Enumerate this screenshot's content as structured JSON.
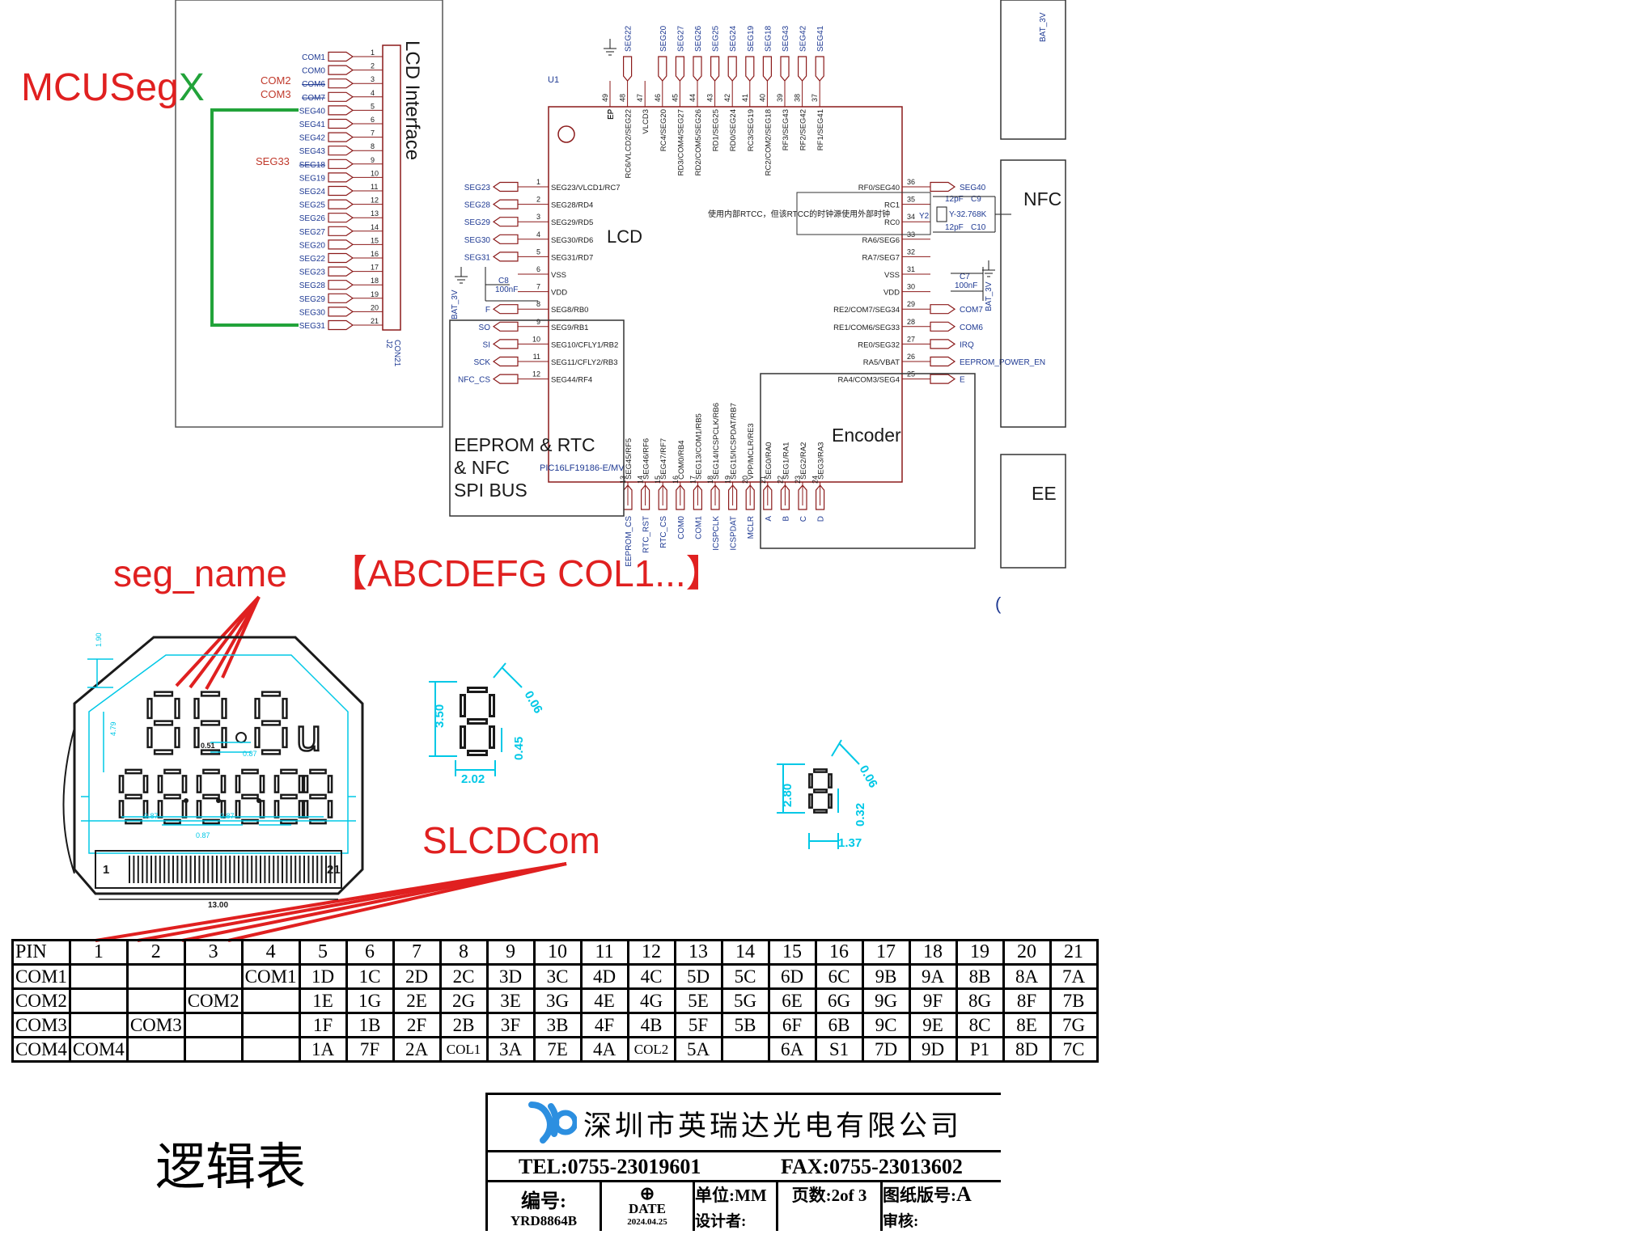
{
  "annotations": {
    "mcu_seg_prefix": "MCUSeg",
    "mcu_seg_suffix": "X",
    "seg_name_label": "seg_name",
    "seg_name_list": "【ABCDEFG COL1...】",
    "slcdcom_label": "SLCDCom",
    "logic_table_title": "逻辑表",
    "colors": {
      "red": "#e02020",
      "green": "#22a33a",
      "schematic_blue": "#1f3a93",
      "dimension_cyan": "#00c8e6"
    }
  },
  "connector": {
    "title": "LCD Interface",
    "ref": "J2",
    "part": "CON21",
    "pins": [
      "1",
      "2",
      "3",
      "4",
      "5",
      "6",
      "7",
      "8",
      "9",
      "10",
      "11",
      "12",
      "13",
      "14",
      "15",
      "16",
      "17",
      "18",
      "19",
      "20",
      "21"
    ],
    "nets": [
      "COM1",
      "COM0",
      "COM6",
      "COM7",
      "SEG40",
      "SEG41",
      "SEG42",
      "SEG43",
      "SEG18",
      "SEG19",
      "SEG24",
      "SEG25",
      "SEG26",
      "SEG27",
      "SEG20",
      "SEG22",
      "SEG23",
      "SEG28",
      "SEG29",
      "SEG30",
      "SEG31"
    ],
    "red_notes": [
      {
        "pin": "3",
        "text": "COM2"
      },
      {
        "pin": "4",
        "text": "COM3"
      },
      {
        "pin": "9",
        "text": "SEG33"
      }
    ]
  },
  "mcu": {
    "ref": "U1",
    "part": "PIC16LF19186-E/MV",
    "ep_label": "EP",
    "lcd_label": "LCD",
    "rtcc_note": "使用内部RTCC，但该RTCC的时钟源使用外部时钟",
    "top_pins": [
      {
        "num": "49",
        "name": "EP",
        "net": ""
      },
      {
        "num": "48",
        "name": "RC6/VLCD2/SEG22",
        "net": "SEG22"
      },
      {
        "num": "47",
        "name": "VLCD3",
        "net": ""
      },
      {
        "num": "46",
        "name": "RC4/SEG20",
        "net": "SEG20"
      },
      {
        "num": "45",
        "name": "RD3/COM4/SEG27",
        "net": "SEG27"
      },
      {
        "num": "44",
        "name": "RD2/COM5/SEG26",
        "net": "SEG26"
      },
      {
        "num": "43",
        "name": "RD1/SEG25",
        "net": "SEG25"
      },
      {
        "num": "42",
        "name": "RD0/SEG24",
        "net": "SEG24"
      },
      {
        "num": "41",
        "name": "RC3/SEG19",
        "net": "SEG19"
      },
      {
        "num": "40",
        "name": "RC2/COM2/SEG18",
        "net": "SEG18"
      },
      {
        "num": "39",
        "name": "RF3/SEG43",
        "net": "SEG43"
      },
      {
        "num": "38",
        "name": "RF2/SEG42",
        "net": "SEG42"
      },
      {
        "num": "37",
        "name": "RF1/SEG41",
        "net": "SEG41"
      }
    ],
    "left_pins": [
      {
        "num": "1",
        "name": "SEG23/VLCD1/RC7",
        "net": "SEG23"
      },
      {
        "num": "2",
        "name": "SEG28/RD4",
        "net": "SEG28"
      },
      {
        "num": "3",
        "name": "SEG29/RD5",
        "net": "SEG29"
      },
      {
        "num": "4",
        "name": "SEG30/RD6",
        "net": "SEG30"
      },
      {
        "num": "5",
        "name": "SEG31/RD7",
        "net": "SEG31"
      },
      {
        "num": "6",
        "name": "VSS",
        "net": ""
      },
      {
        "num": "7",
        "name": "VDD",
        "net": ""
      },
      {
        "num": "8",
        "name": "SEG8/RB0",
        "net": "F"
      },
      {
        "num": "9",
        "name": "SEG9/RB1",
        "net": "SO"
      },
      {
        "num": "10",
        "name": "SEG10/CFLY1/RB2",
        "net": "SI"
      },
      {
        "num": "11",
        "name": "SEG11/CFLY2/RB3",
        "net": "SCK"
      },
      {
        "num": "12",
        "name": "SEG44/RF4",
        "net": "NFC_CS"
      }
    ],
    "right_pins": [
      {
        "num": "36",
        "name": "RF0/SEG40",
        "net": "SEG40"
      },
      {
        "num": "35",
        "name": "RC1",
        "net": ""
      },
      {
        "num": "34",
        "name": "RC0",
        "net": ""
      },
      {
        "num": "33",
        "name": "RA6/SEG6",
        "net": ""
      },
      {
        "num": "32",
        "name": "RA7/SEG7",
        "net": ""
      },
      {
        "num": "31",
        "name": "VSS",
        "net": ""
      },
      {
        "num": "30",
        "name": "VDD",
        "net": ""
      },
      {
        "num": "29",
        "name": "RE2/COM7/SEG34",
        "net": "COM7"
      },
      {
        "num": "28",
        "name": "RE1/COM6/SEG33",
        "net": "COM6"
      },
      {
        "num": "27",
        "name": "RE0/SEG32",
        "net": "IRQ"
      },
      {
        "num": "26",
        "name": "RA5/VBAT",
        "net": "EEPROM_POWER_EN"
      },
      {
        "num": "25",
        "name": "RA4/COM3/SEG4",
        "net": "E"
      }
    ],
    "bottom_pins": [
      {
        "num": "13",
        "name": "SEG45/RF5",
        "net": "EEPROM_CS"
      },
      {
        "num": "14",
        "name": "SEG46/RF6",
        "net": "RTC_RST"
      },
      {
        "num": "15",
        "name": "SEG47/RF7",
        "net": "RTC_CS"
      },
      {
        "num": "16",
        "name": "COM0/RB4",
        "net": "COM0"
      },
      {
        "num": "17",
        "name": "SEG13/COM1/RB5",
        "net": "COM1"
      },
      {
        "num": "18",
        "name": "SEG14/ICSPCLK/RB6",
        "net": "ICSPCLK"
      },
      {
        "num": "19",
        "name": "SEG15/ICSPDAT/RB7",
        "net": "ICSPDAT"
      },
      {
        "num": "20",
        "name": "VPP/MCLR/RE3",
        "net": "MCLR"
      },
      {
        "num": "21",
        "name": "SEG0/RA0",
        "net": "A"
      },
      {
        "num": "22",
        "name": "SEG1/RA1",
        "net": "B"
      },
      {
        "num": "23",
        "name": "SEG2/RA2",
        "net": "C"
      },
      {
        "num": "24",
        "name": "SEG3/RA3",
        "net": "D"
      }
    ],
    "caps": {
      "c8": "C8",
      "c8v": "100nF",
      "c7": "C7",
      "c7v": "100nF",
      "c9": "C9",
      "c9v": "12pF",
      "c10": "C10",
      "c10v": "12pF",
      "y2": "Y2",
      "y2v": "Y-32.768K"
    },
    "bat": "BAT_3V",
    "blocks": {
      "eeprom": [
        "EEPROM & RTC",
        "& NFC",
        "SPI BUS"
      ],
      "encoder": "Encoder",
      "nfc": "NFC",
      "ee": "EE"
    }
  },
  "lcd_drawing": {
    "pin1": "1",
    "pin21": "21",
    "width_dim": "13.00",
    "digit_dims": {
      "height": "3.50",
      "width": "2.02",
      "slant": "0.06",
      "stroke": "0.45"
    },
    "small_digit_dims": {
      "height": "2.80",
      "width": "1.37",
      "slant": "0.06",
      "stroke": "0.32"
    },
    "misc_dims": [
      "0.51",
      "0.87",
      "0.87",
      "0.87",
      "0.87",
      "4.79",
      "1.90"
    ],
    "unit_symbol": "u",
    "glyph": "8"
  },
  "pin_table": {
    "header": [
      "PIN",
      "1",
      "2",
      "3",
      "4",
      "5",
      "6",
      "7",
      "8",
      "9",
      "10",
      "11",
      "12",
      "13",
      "14",
      "15",
      "16",
      "17",
      "18",
      "19",
      "20",
      "21"
    ],
    "rows": [
      [
        "COM1",
        "",
        "",
        "",
        "COM1",
        "1D",
        "1C",
        "2D",
        "2C",
        "3D",
        "3C",
        "4D",
        "4C",
        "5D",
        "5C",
        "6D",
        "6C",
        "9B",
        "9A",
        "8B",
        "8A",
        "7A"
      ],
      [
        "COM2",
        "",
        "",
        "COM2",
        "",
        "1E",
        "1G",
        "2E",
        "2G",
        "3E",
        "3G",
        "4E",
        "4G",
        "5E",
        "5G",
        "6E",
        "6G",
        "9G",
        "9F",
        "8G",
        "8F",
        "7B"
      ],
      [
        "COM3",
        "",
        "COM3",
        "",
        "",
        "1F",
        "1B",
        "2F",
        "2B",
        "3F",
        "3B",
        "4F",
        "4B",
        "5F",
        "5B",
        "6F",
        "6B",
        "9C",
        "9E",
        "8C",
        "8E",
        "7G"
      ],
      [
        "COM4",
        "COM4",
        "",
        "",
        "",
        "1A",
        "7F",
        "2A",
        "COL1",
        "3A",
        "7E",
        "4A",
        "COL2",
        "5A",
        "",
        "6A",
        "S1",
        "7D",
        "9D",
        "P1",
        "8D",
        "7C"
      ]
    ]
  },
  "title_block": {
    "company": "深圳市英瑞达光电有限公司",
    "tel": "TEL:0755-23019601",
    "fax": "FAX:0755-23013602",
    "number_label": "编号:",
    "number_value": "YRD8864B",
    "date_label": "DATE",
    "date_value": "2024.04.25",
    "unit_label": "单位:MM",
    "page_label": "页数:2of 3",
    "version_label": "图纸版号:",
    "version_value": "A",
    "designer_label": "设计者:",
    "reviewer_label": "审核:"
  }
}
